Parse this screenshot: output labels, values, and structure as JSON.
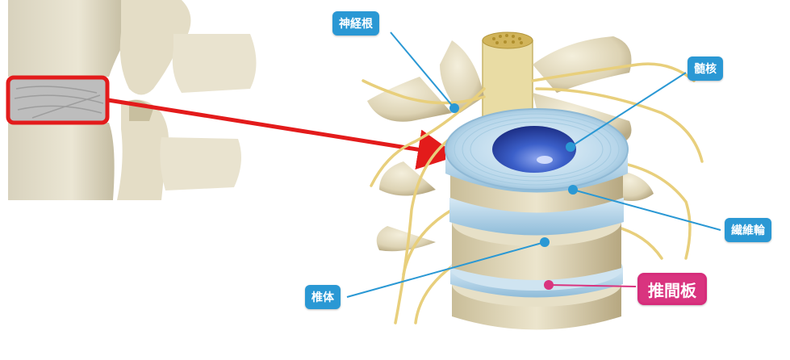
{
  "labels": {
    "nerve_root": "神経根",
    "nucleus": "髄核",
    "annulus": "繊維輪",
    "vertebral_body": "椎体",
    "disc": "推間板"
  },
  "colors": {
    "label_blue": "#2a98d4",
    "label_pink": "#d9347f",
    "leader_blue": "#2a98d4",
    "leader_pink": "#d9347f",
    "highlight_red": "#e31b1b",
    "bone": "#e8e1c9",
    "disc_blue": "#b9d8ea",
    "nucleus_blue": "#2f4fb0",
    "nerve_yellow": "#e8cf7c"
  }
}
